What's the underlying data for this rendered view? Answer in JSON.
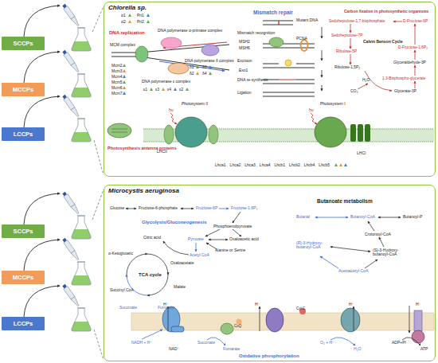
{
  "diagram": {
    "nodes": [
      {
        "text": [
          "SCCPs"
        ]
      },
      {
        "text": [
          "MCCPs"
        ]
      },
      {
        "text": [
          "LCCPs"
        ]
      },
      {
        "text": [
          "Chlorella sp."
        ]
      },
      {
        "text": [
          "SCCPs"
        ]
      },
      {
        "text": [
          "MCCPs"
        ]
      },
      {
        "text": [
          "LCCPs"
        ]
      },
      {
        "text": [
          "Microcystis aeruginosa"
        ]
      }
    ],
    "labels": [
      "DNA replication",
      "α1",
      "α2",
      "Pri1",
      "Pri2",
      "DNA polymerase α-primase complex",
      "MCM complex",
      "Mcm2",
      "Mcm3",
      "Mcm4",
      "Mcm5",
      "Mcm6",
      "Mcm7",
      "DNA polymerase δ complex",
      "δ1",
      "δ3",
      "δ2",
      "δ4",
      "DNA polymerase ε complex",
      "ε1",
      "ε3",
      "ε4",
      "ε2",
      "Mismatch repair",
      "Mutant DNA",
      "Mismatch recognition",
      "MSH2",
      "MSH6",
      "PCNA",
      "Excision",
      "Exo1",
      "DNA re-synthesis",
      "Ligation",
      "Carbon fixation in photosynthetic organisms",
      "Sedoheptulose-1,7-bisphosphate",
      "D-Fructose-6P",
      "Sedoheptulose-7P",
      "Calvin Benson Cycle",
      "D-Fructose-1,6P₂",
      "Ribulose-5P",
      "Glyceraldehyde-3P",
      "Ribulose-1,5P₂",
      "1,3-Bisphospho-glycerate",
      "H₂O",
      "CO₂",
      "Glycerate-3P",
      "Photosynthesis antenna proteins",
      "Photosystem II",
      "LHCII",
      "Photosystem I",
      "LHCI",
      "hν",
      "hν",
      "Lhca1、Lhca2、Lhca3、Lhca4、Lhcb1、Lhcb2、Lhcb4、Lhcb5",
      "Glucose",
      "Fructose-6-phosphate",
      "Fructose-6P",
      "Fructose-1,6P₂",
      "Glycolysis/Gluconeogenesis",
      "Phosphoenolpyruvate",
      "Pyruvate",
      "Oxaloacetic acid",
      "Alanine or Serine",
      "Acetyl CoA",
      "Citric acid",
      "α-Ketoglutaric",
      "Oxaloacetate",
      "Malate",
      "Succinyl CoA",
      "TCA cycle",
      "Succinate",
      "Fumarate",
      "Butanoate metabolism",
      "Butanal",
      "Butanoyl-CoA",
      "Butanoyl-P",
      "Crotonoyl-CoA",
      "(R)-3-Hydroxy-butanoyl-CoA",
      "(S)-3-Hydroxy-butanoyl-CoA",
      "Acetoacetyl-CoA",
      "H⁺",
      "H⁺",
      "H⁺",
      "H⁺",
      "NADH + H⁺",
      "NAD⁺",
      "Succinate",
      "Fumarate",
      "CoQ",
      "Cyt C",
      "O₂ + H⁺",
      "H₂O",
      "ADP+Pi",
      "ATP",
      "Oxidative phosphorylation"
    ]
  }
}
